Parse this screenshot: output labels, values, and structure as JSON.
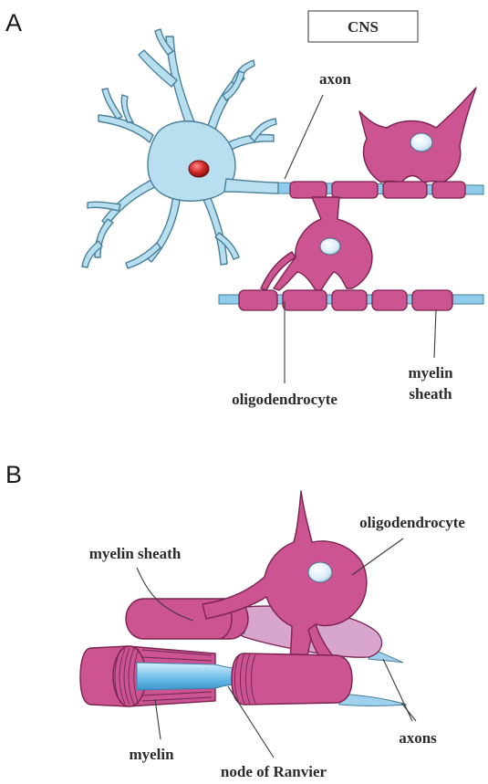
{
  "panel_a": {
    "letter": "A",
    "cns_label": "CNS",
    "axon_label": "axon",
    "oligodendrocyte_label": "oligodendrocyte",
    "myelin_sheath_label_line1": "myelin",
    "myelin_sheath_label_line2": "sheath"
  },
  "panel_b": {
    "letter": "B",
    "oligodendrocyte_label": "oligodendrocyte",
    "myelin_sheath_label": "myelin sheath",
    "myelin_label": "myelin",
    "node_label": "node of Ranvier",
    "axons_label": "axons"
  },
  "colors": {
    "neuron_fill": "#b7dff0",
    "neuron_stroke": "#4a7f99",
    "glia_fill": "#cc5490",
    "glia_stroke": "#7a2250",
    "nucleus_fill": "#e6f2fb",
    "soma_nucleus_fill": "#cf2a2a",
    "axon_fill": "#8fcbec",
    "sheath_light": "#d8a6cc",
    "spiral_line": "#6b2855"
  }
}
